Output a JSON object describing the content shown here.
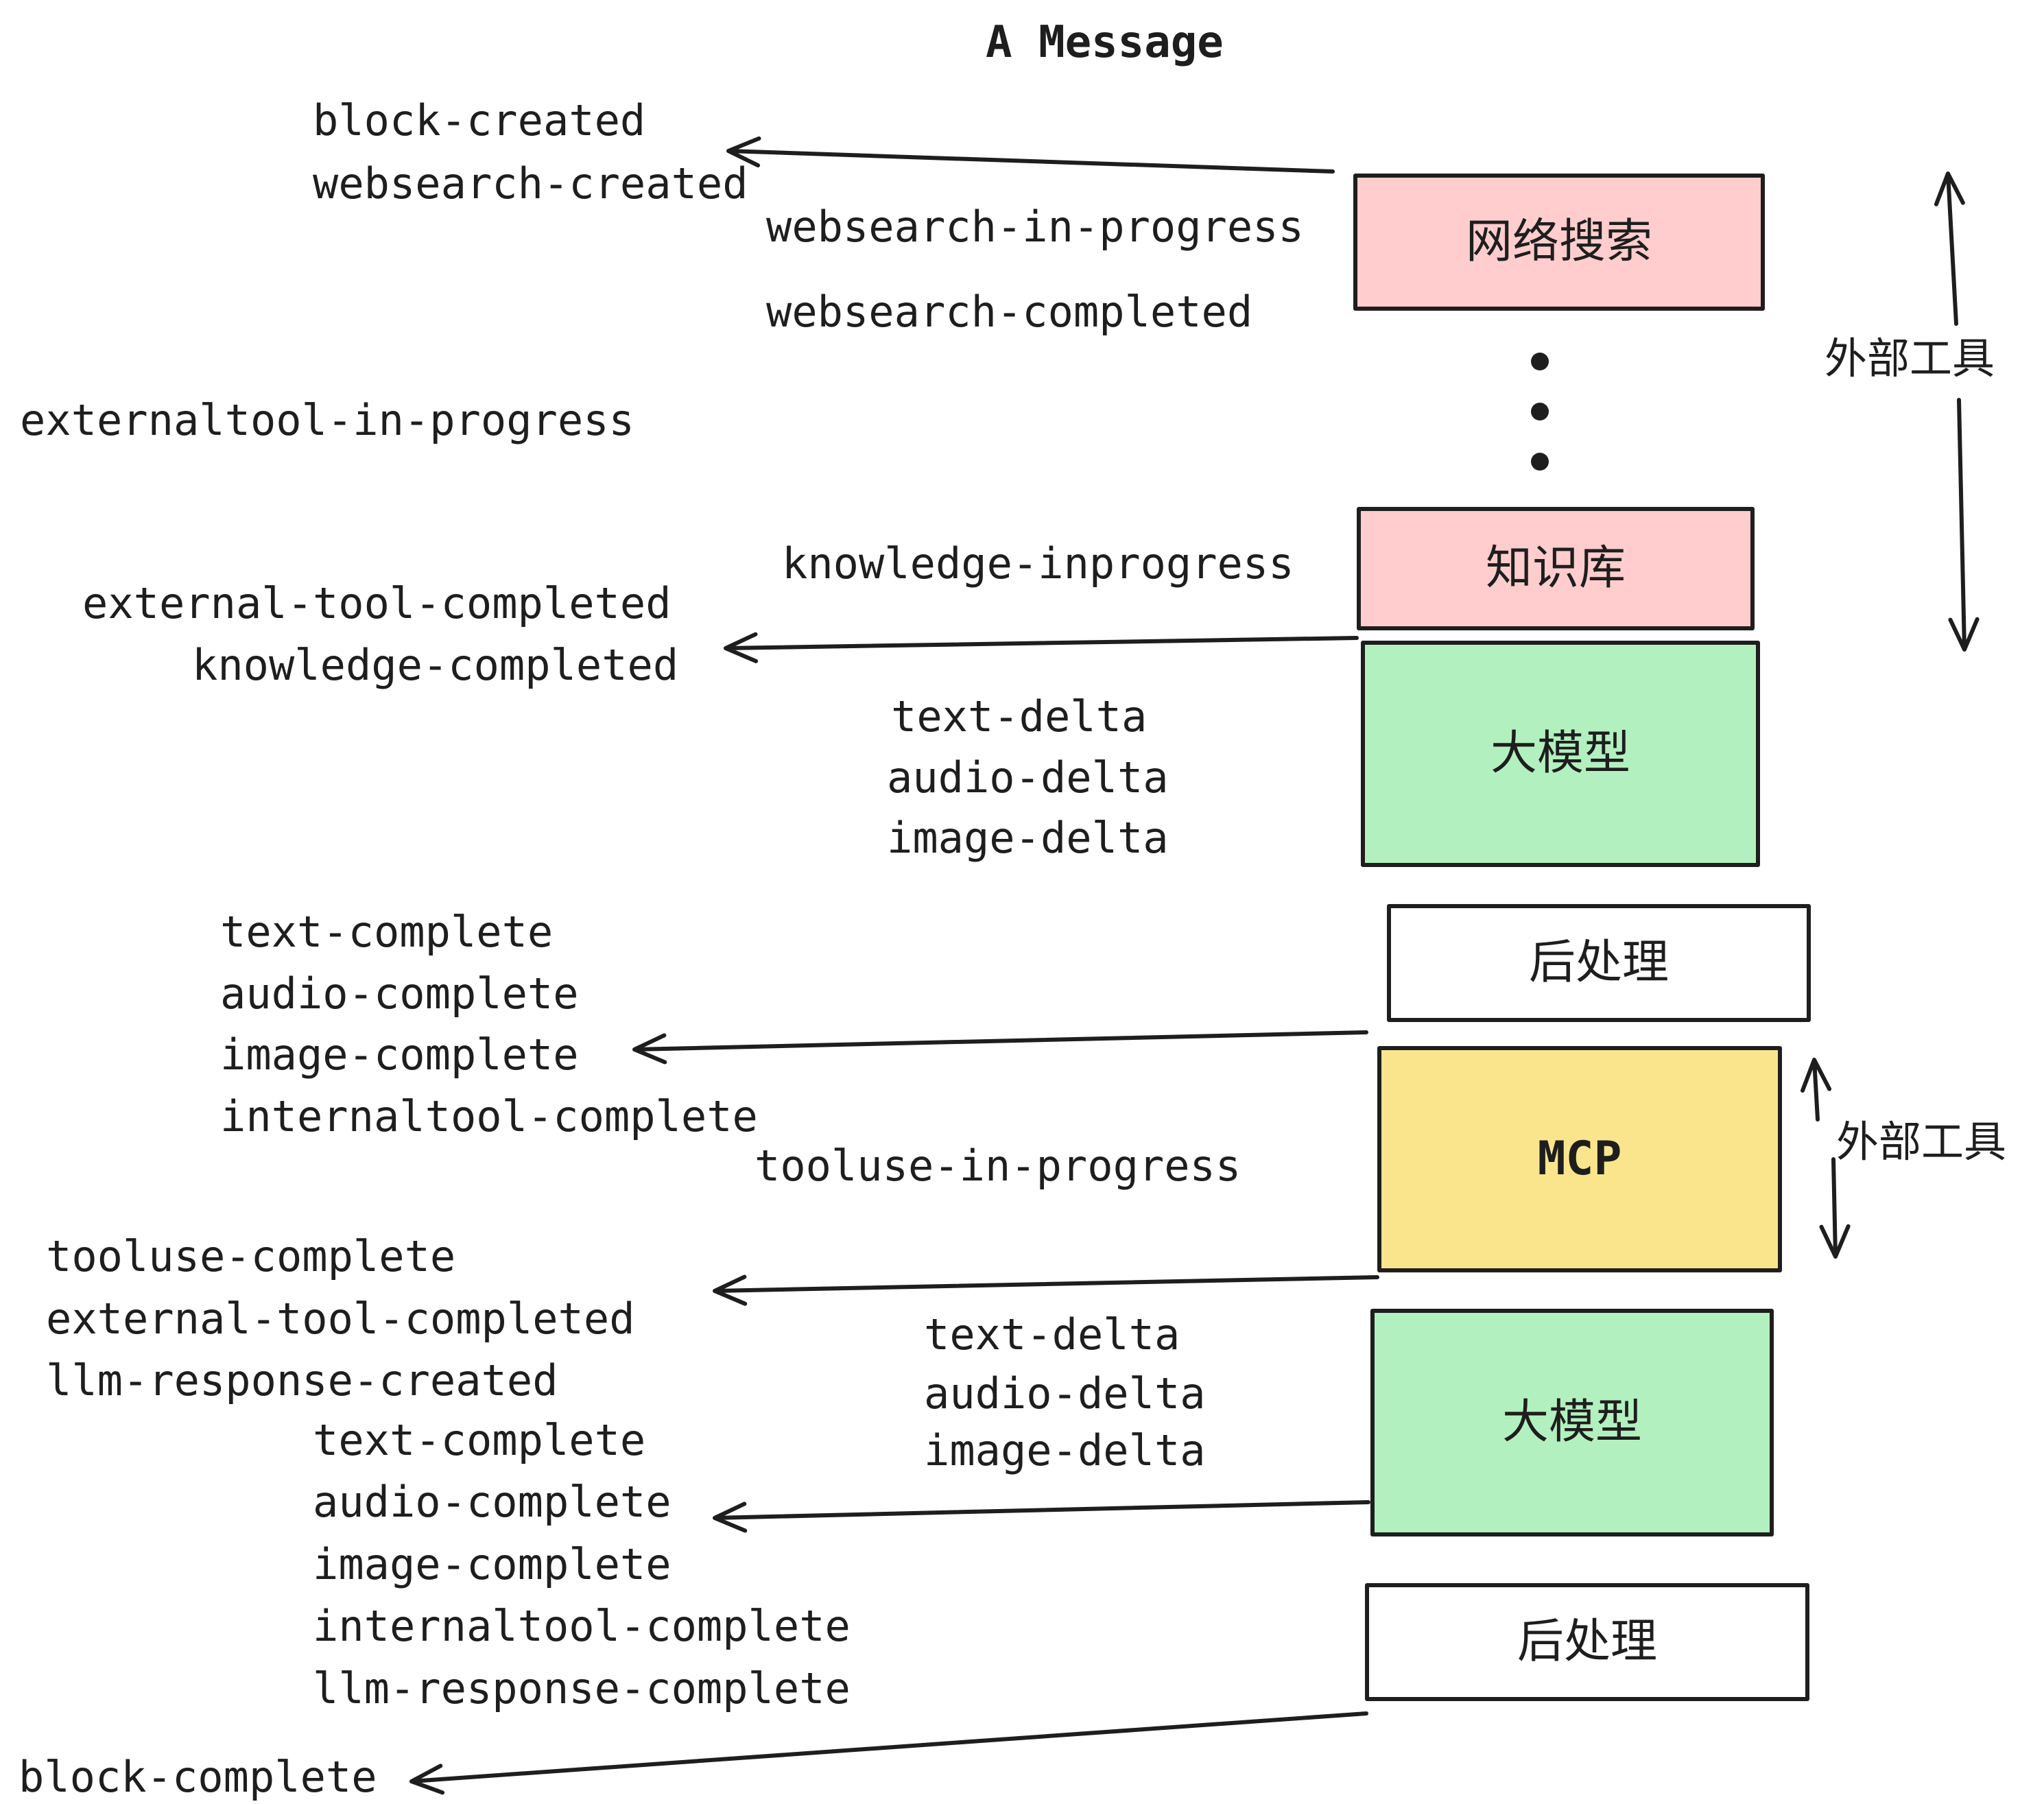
{
  "title": "A Message",
  "colors": {
    "pink": "#ffcdcd",
    "green": "#b3f0bf",
    "yellow": "#fae58d",
    "white": "#ffffff",
    "stroke": "#1e1e1e"
  },
  "nodes": [
    {
      "label": "网络搜索"
    },
    {
      "label": "知识库"
    },
    {
      "label": "大模型"
    },
    {
      "label": "后处理"
    },
    {
      "label": "MCP"
    },
    {
      "label": "大模型"
    },
    {
      "label": "后处理"
    }
  ],
  "side_labels": {
    "external_tools": "外部工具"
  },
  "events": {
    "block_created": "block-created",
    "websearch_created": "websearch-created",
    "websearch_in_progress": "websearch-in-progress",
    "websearch_completed": "websearch-completed",
    "externaltool_in_progress": "externaltool-in-progress",
    "knowledge_inprogress": "knowledge-inprogress",
    "external_tool_completed": "external-tool-completed",
    "knowledge_completed": "knowledge-completed",
    "text_delta": "text-delta",
    "audio_delta": "audio-delta",
    "image_delta": "image-delta",
    "text_complete": "text-complete",
    "audio_complete": "audio-complete",
    "image_complete": "image-complete",
    "internaltool_complete": "internaltool-complete",
    "tooluse_in_progress": "tooluse-in-progress",
    "tooluse_complete": "tooluse-complete",
    "llm_response_created": "llm-response-created",
    "llm_response_complete": "llm-response-complete",
    "block_complete": "block-complete"
  }
}
